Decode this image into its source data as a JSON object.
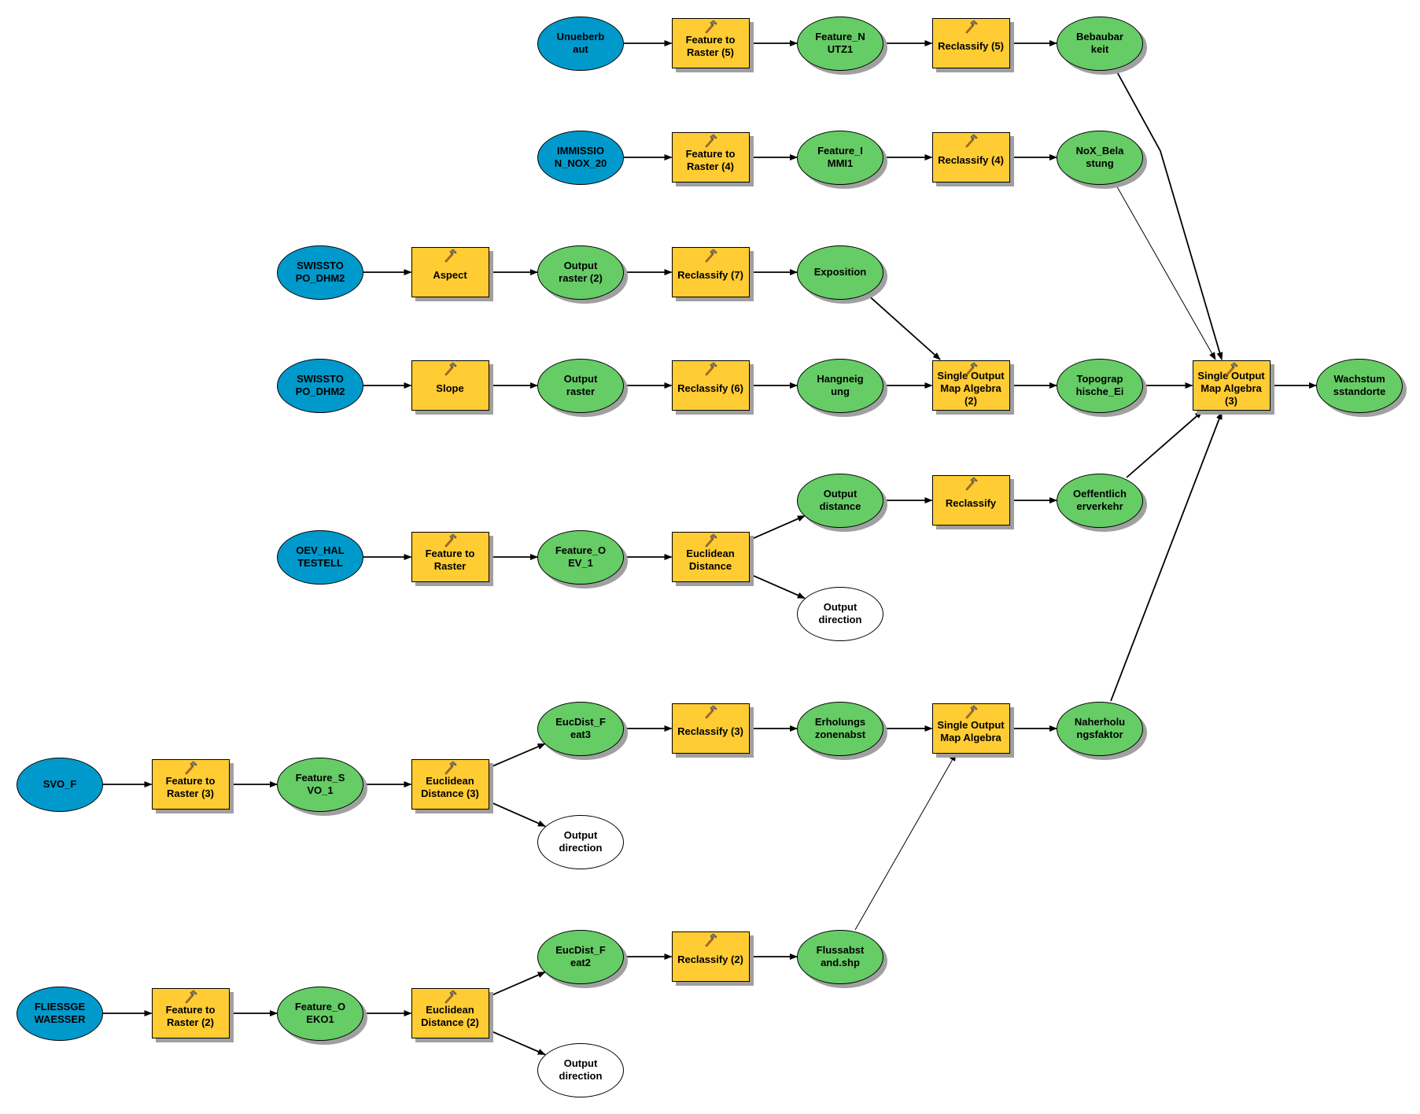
{
  "title": "ModelBuilder workflow",
  "colors": {
    "input": "#0099cc",
    "output": "#66cc66",
    "tool": "#ffcc33",
    "unused_output": "#ffffff",
    "shadow": "#a0a0a0",
    "connector": "#000000"
  },
  "nodes": [
    {
      "id": "unueberbaut",
      "type": "input",
      "label": "Unueberb\naut"
    },
    {
      "id": "ftr5",
      "type": "tool",
      "label": "Feature to\nRaster (5)",
      "icon": "hammer-icon"
    },
    {
      "id": "feature_nutz1",
      "type": "output",
      "label": "Feature_N\nUTZ1"
    },
    {
      "id": "reclass5",
      "type": "tool",
      "label": "Reclassify (5)",
      "icon": "hammer-icon"
    },
    {
      "id": "bebaubarkeit",
      "type": "output",
      "label": "Bebaubar\nkeit"
    },
    {
      "id": "immission",
      "type": "input",
      "label": "IMMISSIO\nN_NOX_20"
    },
    {
      "id": "ftr4",
      "type": "tool",
      "label": "Feature to\nRaster (4)",
      "icon": "hammer-icon"
    },
    {
      "id": "feature_immi1",
      "type": "output",
      "label": "Feature_I\nMMI1"
    },
    {
      "id": "reclass4",
      "type": "tool",
      "label": "Reclassify (4)",
      "icon": "hammer-icon"
    },
    {
      "id": "nox_belastung",
      "type": "output",
      "label": "NoX_Bela\nstung"
    },
    {
      "id": "dhm2_a",
      "type": "input",
      "label": "SWISSTO\nPO_DHM2"
    },
    {
      "id": "aspect",
      "type": "tool",
      "label": "Aspect",
      "icon": "hammer-icon"
    },
    {
      "id": "output_raster2",
      "type": "output",
      "label": "Output\nraster (2)"
    },
    {
      "id": "reclass7",
      "type": "tool",
      "label": "Reclassify (7)",
      "icon": "hammer-icon"
    },
    {
      "id": "exposition",
      "type": "output",
      "label": "Exposition"
    },
    {
      "id": "dhm2_b",
      "type": "input",
      "label": "SWISSTO\nPO_DHM2"
    },
    {
      "id": "slope",
      "type": "tool",
      "label": "Slope",
      "icon": "hammer-icon"
    },
    {
      "id": "output_raster",
      "type": "output",
      "label": "Output\nraster"
    },
    {
      "id": "reclass6",
      "type": "tool",
      "label": "Reclassify (6)",
      "icon": "hammer-icon"
    },
    {
      "id": "hangneigung",
      "type": "output",
      "label": "Hangneig\nung"
    },
    {
      "id": "soma2",
      "type": "tool",
      "label": "Single Output\nMap Algebra\n(2)",
      "icon": "hammer-icon"
    },
    {
      "id": "topographische",
      "type": "output",
      "label": "Topograp\nhische_Ei"
    },
    {
      "id": "soma3",
      "type": "tool",
      "label": "Single Output\nMap Algebra\n(3)",
      "icon": "hammer-icon"
    },
    {
      "id": "wachstum",
      "type": "output",
      "label": "Wachstum\nsstandorte"
    },
    {
      "id": "oev",
      "type": "input",
      "label": "OEV_HAL\nTESTELL"
    },
    {
      "id": "ftr",
      "type": "tool",
      "label": "Feature to\nRaster",
      "icon": "hammer-icon"
    },
    {
      "id": "feature_oev1",
      "type": "output",
      "label": "Feature_O\nEV_1"
    },
    {
      "id": "eucdist",
      "type": "tool",
      "label": "Euclidean\nDistance",
      "icon": "hammer-icon"
    },
    {
      "id": "output_distance",
      "type": "output",
      "label": "Output\ndistance"
    },
    {
      "id": "output_direction1",
      "type": "unused_output",
      "label": "Output\ndirection"
    },
    {
      "id": "reclass",
      "type": "tool",
      "label": "Reclassify",
      "icon": "hammer-icon"
    },
    {
      "id": "oeffentlich",
      "type": "output",
      "label": "Oeffentlich\nerverkehr"
    },
    {
      "id": "svo_f",
      "type": "input",
      "label": "SVO_F"
    },
    {
      "id": "ftr3",
      "type": "tool",
      "label": "Feature to\nRaster (3)",
      "icon": "hammer-icon"
    },
    {
      "id": "feature_svo1",
      "type": "output",
      "label": "Feature_S\nVO_1"
    },
    {
      "id": "eucdist3",
      "type": "tool",
      "label": "Euclidean\nDistance (3)",
      "icon": "hammer-icon"
    },
    {
      "id": "eucdist_feat3",
      "type": "output",
      "label": "EucDist_F\neat3"
    },
    {
      "id": "output_direction3",
      "type": "unused_output",
      "label": "Output\ndirection"
    },
    {
      "id": "reclass3",
      "type": "tool",
      "label": "Reclassify (3)",
      "icon": "hammer-icon"
    },
    {
      "id": "erholungs",
      "type": "output",
      "label": "Erholungs\nzonenabst"
    },
    {
      "id": "soma",
      "type": "tool",
      "label": "Single Output\nMap Algebra",
      "icon": "hammer-icon"
    },
    {
      "id": "naherholung",
      "type": "output",
      "label": "Naherholu\nngsfaktor"
    },
    {
      "id": "fliessgewaesser",
      "type": "input",
      "label": "FLIESSGE\nWAESSER"
    },
    {
      "id": "ftr2",
      "type": "tool",
      "label": "Feature to\nRaster (2)",
      "icon": "hammer-icon"
    },
    {
      "id": "feature_oeko1",
      "type": "output",
      "label": "Feature_O\nEKO1"
    },
    {
      "id": "eucdist2",
      "type": "tool",
      "label": "Euclidean\nDistance (2)",
      "icon": "hammer-icon"
    },
    {
      "id": "eucdist_feat2",
      "type": "output",
      "label": "EucDist_F\neat2"
    },
    {
      "id": "output_direction2",
      "type": "unused_output",
      "label": "Output\ndirection"
    },
    {
      "id": "reclass2",
      "type": "tool",
      "label": "Reclassify (2)",
      "icon": "hammer-icon"
    },
    {
      "id": "flussabstand",
      "type": "output",
      "label": "Flussabst\nand.shp"
    }
  ],
  "connections": [
    [
      "unueberbaut",
      "ftr5"
    ],
    [
      "ftr5",
      "feature_nutz1"
    ],
    [
      "feature_nutz1",
      "reclass5"
    ],
    [
      "reclass5",
      "bebaubarkeit"
    ],
    [
      "immission",
      "ftr4"
    ],
    [
      "ftr4",
      "feature_immi1"
    ],
    [
      "feature_immi1",
      "reclass4"
    ],
    [
      "reclass4",
      "nox_belastung"
    ],
    [
      "dhm2_a",
      "aspect"
    ],
    [
      "aspect",
      "output_raster2"
    ],
    [
      "output_raster2",
      "reclass7"
    ],
    [
      "reclass7",
      "exposition"
    ],
    [
      "dhm2_b",
      "slope"
    ],
    [
      "slope",
      "output_raster"
    ],
    [
      "output_raster",
      "reclass6"
    ],
    [
      "reclass6",
      "hangneigung"
    ],
    [
      "hangneigung",
      "soma2"
    ],
    [
      "exposition",
      "soma2"
    ],
    [
      "soma2",
      "topographische"
    ],
    [
      "topographische",
      "soma3"
    ],
    [
      "bebaubarkeit",
      "soma3"
    ],
    [
      "nox_belastung",
      "soma3"
    ],
    [
      "oeffentlich",
      "soma3"
    ],
    [
      "naherholung",
      "soma3"
    ],
    [
      "soma3",
      "wachstum"
    ],
    [
      "oev",
      "ftr"
    ],
    [
      "ftr",
      "feature_oev1"
    ],
    [
      "feature_oev1",
      "eucdist"
    ],
    [
      "eucdist",
      "output_distance"
    ],
    [
      "eucdist",
      "output_direction1"
    ],
    [
      "output_distance",
      "reclass"
    ],
    [
      "reclass",
      "oeffentlich"
    ],
    [
      "svo_f",
      "ftr3"
    ],
    [
      "ftr3",
      "feature_svo1"
    ],
    [
      "feature_svo1",
      "eucdist3"
    ],
    [
      "eucdist3",
      "eucdist_feat3"
    ],
    [
      "eucdist3",
      "output_direction3"
    ],
    [
      "eucdist_feat3",
      "reclass3"
    ],
    [
      "reclass3",
      "erholungs"
    ],
    [
      "erholungs",
      "soma"
    ],
    [
      "flussabstand",
      "soma"
    ],
    [
      "soma",
      "naherholung"
    ],
    [
      "fliessgewaesser",
      "ftr2"
    ],
    [
      "ftr2",
      "feature_oeko1"
    ],
    [
      "feature_oeko1",
      "eucdist2"
    ],
    [
      "eucdist2",
      "eucdist_feat2"
    ],
    [
      "eucdist2",
      "output_direction2"
    ],
    [
      "eucdist_feat2",
      "reclass2"
    ],
    [
      "reclass2",
      "flussabstand"
    ]
  ]
}
